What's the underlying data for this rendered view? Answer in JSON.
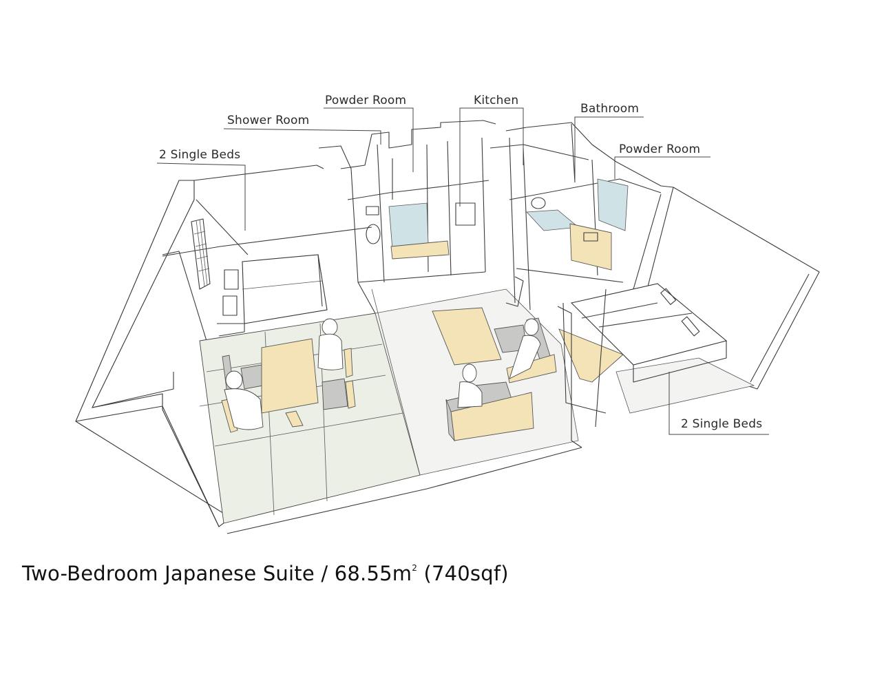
{
  "diagram": {
    "type": "isometric floor plan sketch",
    "caption": {
      "name": "Two-Bedroom Japanese Suite",
      "separator": "/",
      "area_value": "68.55",
      "area_unit": "m",
      "area_superscript": "2",
      "area_imperial": "(740sqf)"
    },
    "labels": {
      "powder_room_left": "Powder Room",
      "kitchen": "Kitchen",
      "shower_room": "Shower Room",
      "beds_left": "2 Single Beds",
      "bathroom": "Bathroom",
      "powder_room_right": "Powder Room",
      "beds_right": "2 Single Beds"
    },
    "colors": {
      "line": "#3a3a3a",
      "tatami_floor": "#ecefe6",
      "wood": "#f3e3b6",
      "cushion": "#c8c8c6",
      "glass": "#cfe2e6",
      "background": "#ffffff"
    }
  }
}
